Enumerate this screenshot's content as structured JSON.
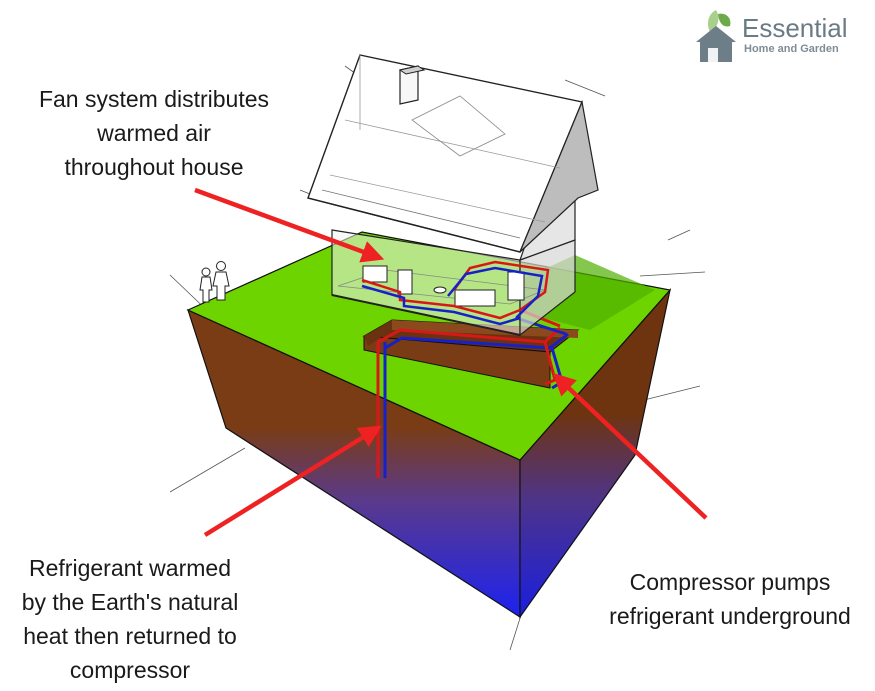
{
  "logo": {
    "title": "Essential",
    "subtitle": "Home and Garden",
    "icon": "house-leaf-icon",
    "colors": {
      "house": "#6e7e88",
      "leaf_light": "#a8d08d",
      "leaf_dark": "#6faa4a"
    }
  },
  "annotations": [
    {
      "id": "fan",
      "lines": [
        "Fan system distributes",
        "warmed air",
        "throughout house"
      ]
    },
    {
      "id": "refrigerant",
      "lines": [
        "Refrigerant warmed",
        "by the Earth's natural",
        "heat then returned to",
        "compressor"
      ]
    },
    {
      "id": "compressor",
      "lines": [
        "Compressor pumps",
        "refrigerant underground"
      ]
    }
  ],
  "colors": {
    "grass": "#6ed400",
    "soil": "#7a3c14",
    "deep_soil": "#1c22f0",
    "pipe_warm": "#d81818",
    "pipe_cold": "#1820c8",
    "arrow": "#ee2222"
  }
}
